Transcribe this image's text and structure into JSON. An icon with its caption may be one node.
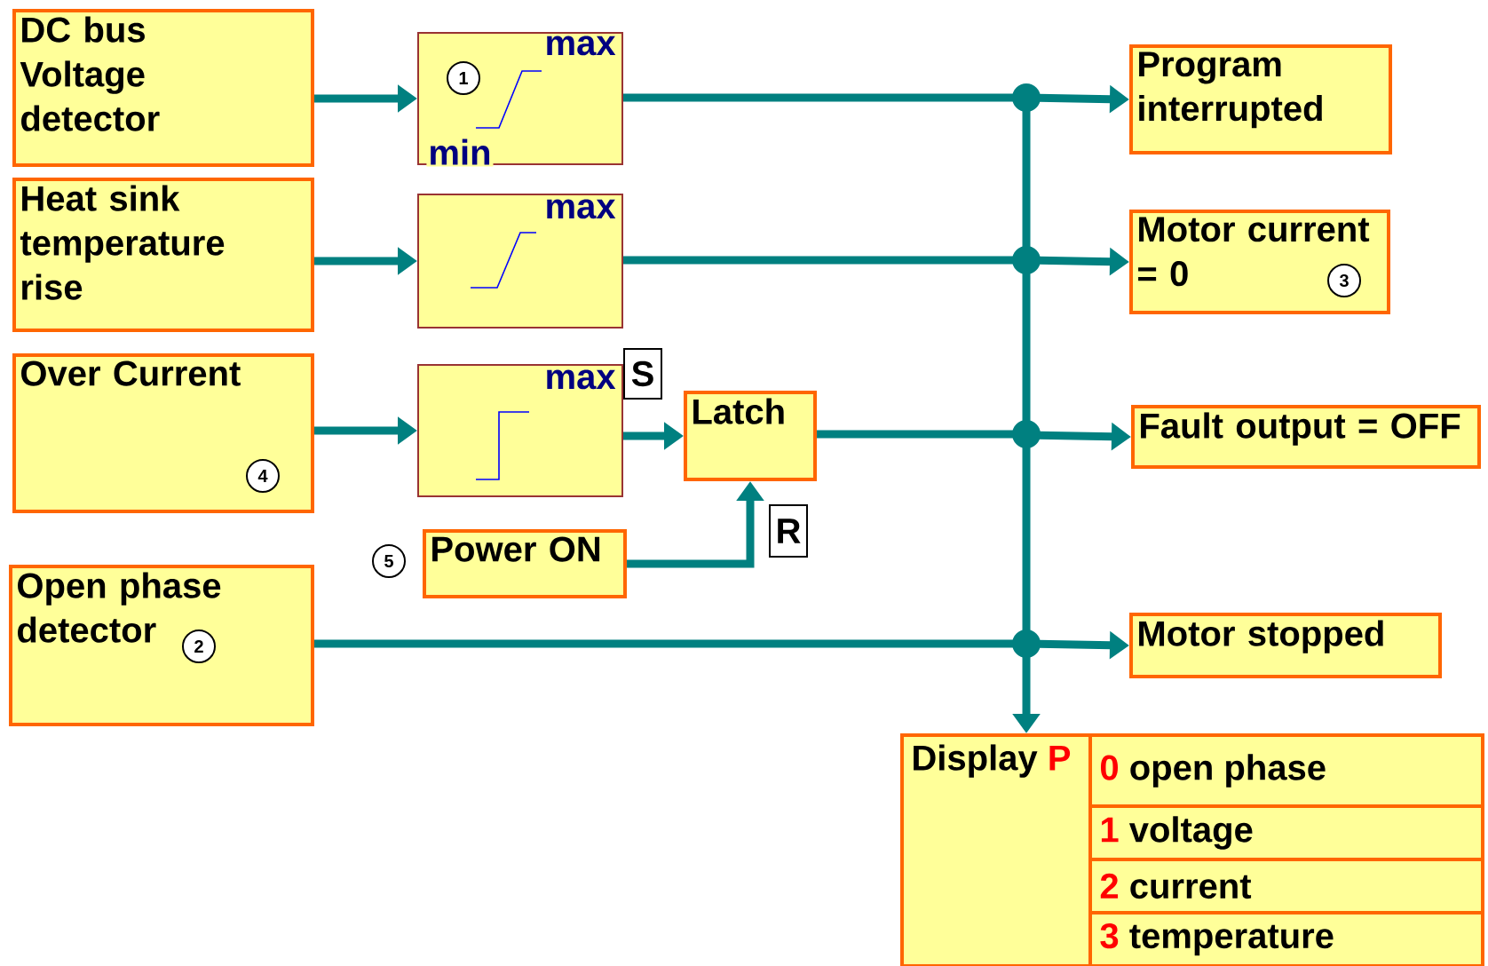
{
  "diagram": {
    "nodes": [
      {
        "text": [
          "DC bus Voltage detector"
        ]
      },
      {
        "text": [
          "max",
          "min"
        ]
      },
      {
        "text": [
          "1"
        ],
        "in": 1
      },
      {
        "text": [
          "Program interrupted"
        ]
      },
      {
        "text": [
          "Heat sink temperature rise"
        ]
      },
      {
        "text": [
          "max"
        ]
      },
      {
        "text": [
          "Motor current = 0"
        ]
      },
      {
        "text": [
          "3"
        ],
        "in": 6
      },
      {
        "text": [
          "Over Current"
        ]
      },
      {
        "text": [
          "4"
        ],
        "in": 8
      },
      {
        "text": [
          "max"
        ]
      },
      {
        "text": [
          "S"
        ]
      },
      {
        "text": [
          "Latch"
        ]
      },
      {
        "text": [
          "Fault output = OFF"
        ]
      },
      {
        "text": [
          "5"
        ]
      },
      {
        "text": [
          "Power ON"
        ]
      },
      {
        "text": [
          "R"
        ]
      },
      {
        "text": [
          "Open phase detector"
        ]
      },
      {
        "text": [
          "2"
        ],
        "in": 17
      },
      {
        "text": [
          "Motor stopped"
        ]
      },
      {
        "text": [
          "Display",
          "P"
        ]
      },
      {
        "text": [
          "0",
          "open phase"
        ]
      },
      {
        "text": [
          "1",
          "voltage"
        ]
      },
      {
        "text": [
          "2",
          "current"
        ]
      },
      {
        "text": [
          "3",
          "temperature"
        ]
      }
    ],
    "edges": [
      {
        "from": 0,
        "to": 1,
        "arrow": "to"
      },
      {
        "from": 4,
        "to": 5,
        "arrow": "to"
      },
      {
        "from": 8,
        "to": 10,
        "arrow": "to"
      },
      {
        "from": 10,
        "to": 12,
        "arrow": "to"
      },
      {
        "from": 15,
        "to": 12,
        "arrow": "to"
      },
      {
        "from": 1,
        "to": 3,
        "arrow": "to"
      },
      {
        "from": 1,
        "to": 6,
        "arrow": "to"
      },
      {
        "from": 1,
        "to": 13,
        "arrow": "to"
      },
      {
        "from": 1,
        "to": 19,
        "arrow": "to"
      },
      {
        "from": 1,
        "to": 20,
        "arrow": "to"
      },
      {
        "from": 5,
        "to": 3,
        "arrow": "to"
      },
      {
        "from": 5,
        "to": 6,
        "arrow": "to"
      },
      {
        "from": 5,
        "to": 13,
        "arrow": "to"
      },
      {
        "from": 5,
        "to": 19,
        "arrow": "to"
      },
      {
        "from": 5,
        "to": 20,
        "arrow": "to"
      },
      {
        "from": 12,
        "to": 3,
        "arrow": "to"
      },
      {
        "from": 12,
        "to": 6,
        "arrow": "to"
      },
      {
        "from": 12,
        "to": 13,
        "arrow": "to"
      },
      {
        "from": 12,
        "to": 19,
        "arrow": "to"
      },
      {
        "from": 12,
        "to": 20,
        "arrow": "to"
      },
      {
        "from": 17,
        "to": 3,
        "arrow": "to"
      },
      {
        "from": 17,
        "to": 6,
        "arrow": "to"
      },
      {
        "from": 17,
        "to": 13,
        "arrow": "to"
      },
      {
        "from": 17,
        "to": 19,
        "arrow": "to"
      },
      {
        "from": 17,
        "to": 20,
        "arrow": "to"
      }
    ]
  }
}
